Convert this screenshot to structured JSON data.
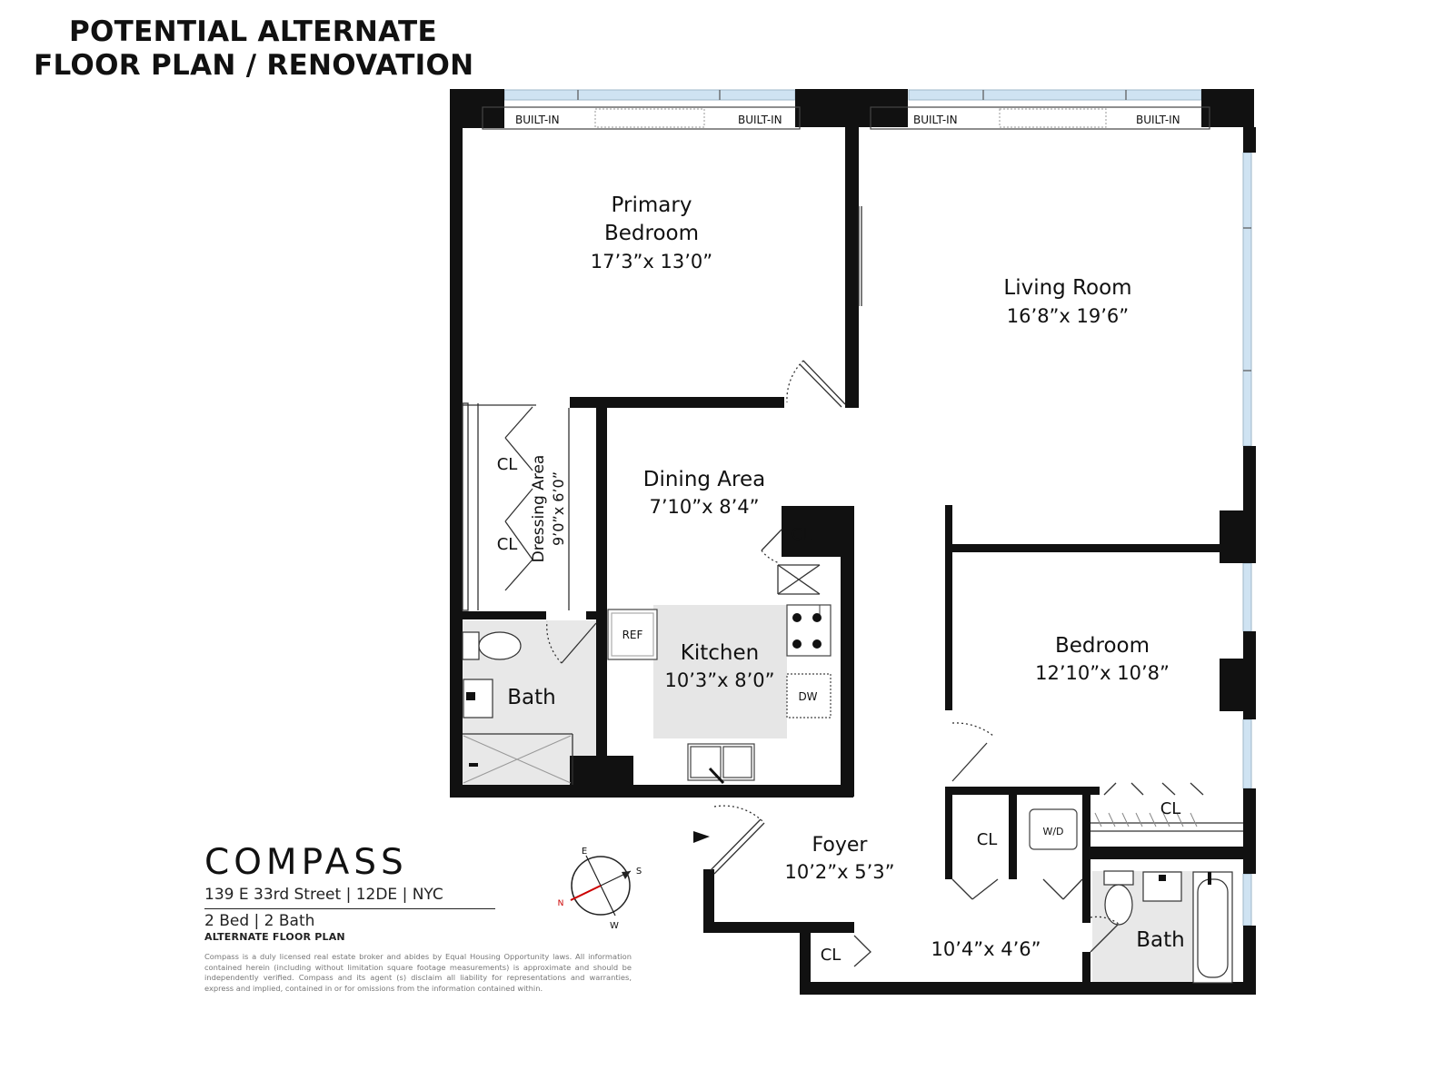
{
  "header": {
    "line1": "POTENTIAL ALTERNATE",
    "line2": "FLOOR PLAN / RENOVATION"
  },
  "builtins": {
    "label": "BUILT-IN"
  },
  "rooms": {
    "primary_bedroom": {
      "name_line1": "Primary",
      "name_line2": "Bedroom",
      "dims": "17’3”x 13’0”"
    },
    "living_room": {
      "name": "Living Room",
      "dims": "16’8”x 19’6”"
    },
    "dining_area": {
      "name": "Dining Area",
      "dims": "7’10”x 8’4”"
    },
    "dressing_area": {
      "name": "Dressing Area",
      "dims": "9’0”x 6’0”"
    },
    "kitchen": {
      "name": "Kitchen",
      "dims": "10’3”x 8’0”"
    },
    "bedroom": {
      "name": "Bedroom",
      "dims": "12’10”x 10’8”"
    },
    "bath_left": {
      "name": "Bath"
    },
    "bath_right": {
      "name": "Bath"
    },
    "foyer": {
      "name": "Foyer",
      "dims": "10’2”x 5’3”"
    },
    "hall": {
      "dims": "10’4”x 4’6”"
    }
  },
  "labels": {
    "closet": "CL",
    "refrigerator": "REF",
    "dishwasher": "DW",
    "washer_dryer": "W/D"
  },
  "compass_rose": {
    "e": "E",
    "s": "S",
    "w": "W",
    "n": "N"
  },
  "footer": {
    "brand": "COMPASS",
    "address": "139 E 33rd Street | 12DE | NYC",
    "beds_baths": "2 Bed | 2 Bath",
    "plan_type": "ALTERNATE FLOOR PLAN",
    "disclaimer": "Compass is a duly licensed real estate broker and abides by Equal Housing Opportunity laws. All information contained herein (including without limitation square footage measurements) is approximate and should be independently verified. Compass and its agent (s) disclaim all liability for representations and warranties, express and implied, contained in or for omissions from the information contained within."
  },
  "colors": {
    "wall": "#111111",
    "bath_fill": "#e8e8e8",
    "kitchen_fill": "#e6e6e6",
    "window": "#cfe3f2"
  }
}
